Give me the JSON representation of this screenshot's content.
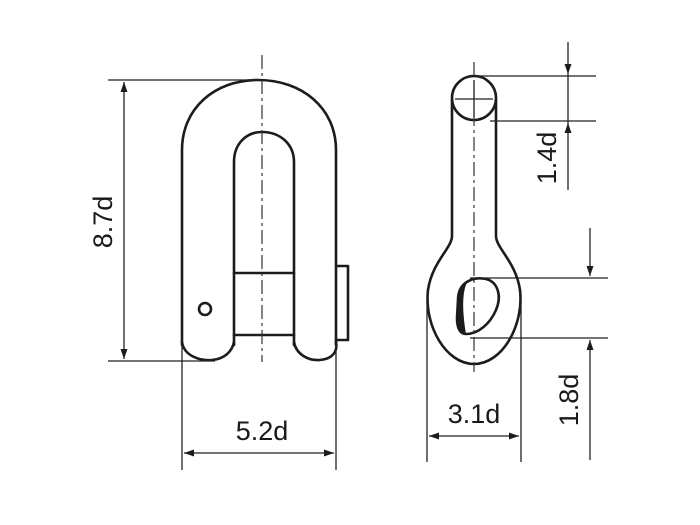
{
  "dimensions": {
    "height_front": "8.7d",
    "width_front": "5.2d",
    "top_eye": "1.4d",
    "width_side": "3.1d",
    "bottom_eye": "1.8d"
  }
}
